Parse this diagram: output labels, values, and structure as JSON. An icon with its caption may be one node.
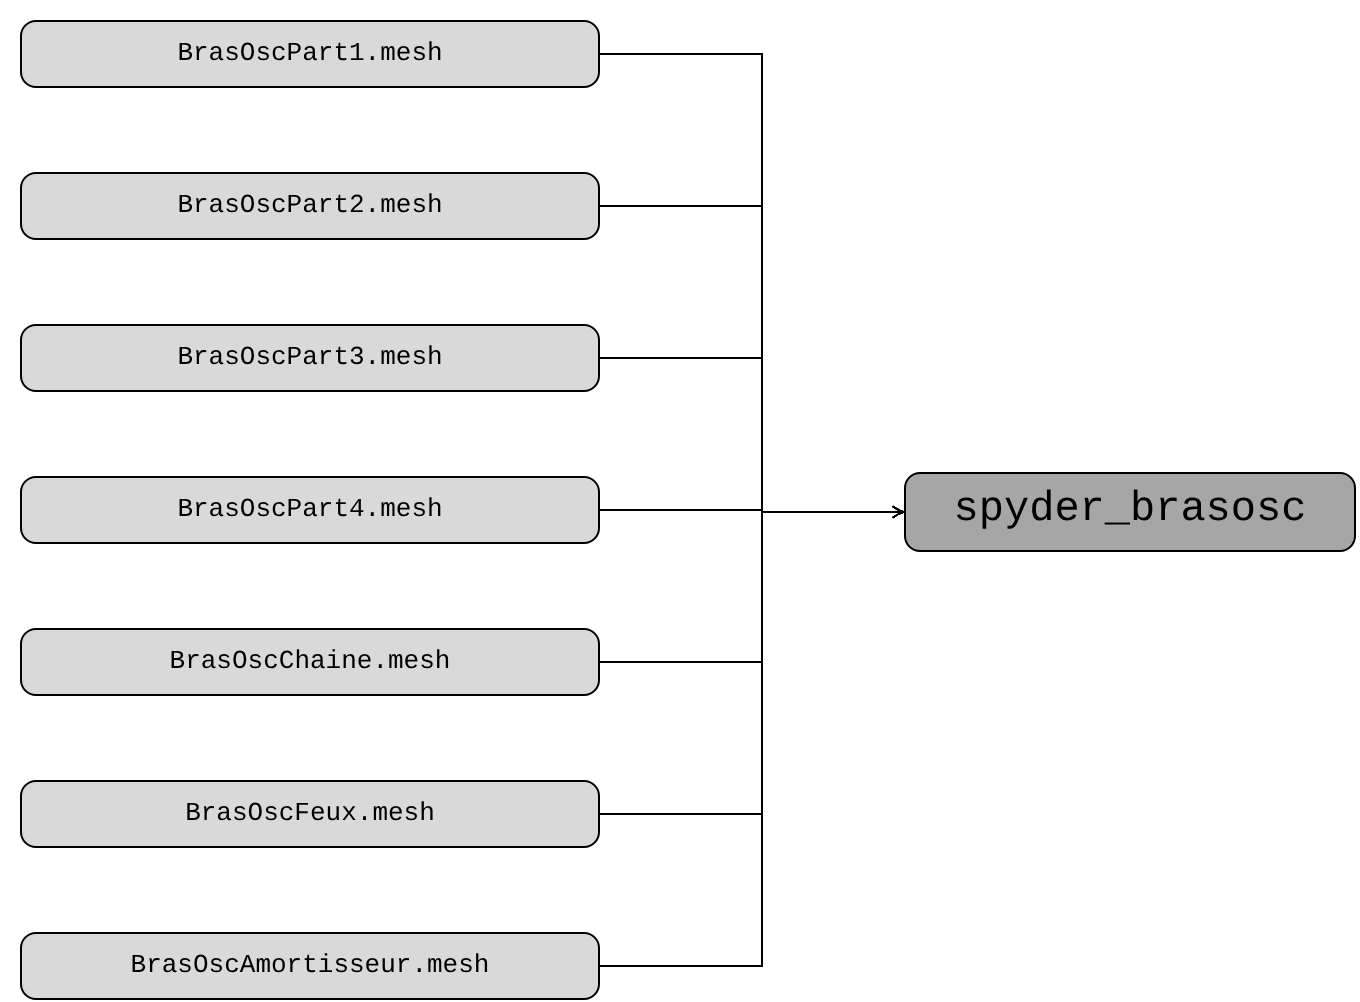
{
  "diagram": {
    "nodes": [
      {
        "text": [
          "BrasOscPart1.mesh"
        ]
      },
      {
        "text": [
          "BrasOscPart2.mesh"
        ]
      },
      {
        "text": [
          "BrasOscPart3.mesh"
        ]
      },
      {
        "text": [
          "BrasOscPart4.mesh"
        ]
      },
      {
        "text": [
          "BrasOscChaine.mesh"
        ]
      },
      {
        "text": [
          "BrasOscFeux.mesh"
        ]
      },
      {
        "text": [
          "BrasOscAmortisseur.mesh"
        ]
      },
      {
        "text": [
          "spyder_brasosc"
        ]
      }
    ],
    "edges": [
      {
        "from": 0,
        "to": 7,
        "arrow": "to"
      },
      {
        "from": 1,
        "to": 7,
        "arrow": "to"
      },
      {
        "from": 2,
        "to": 7,
        "arrow": "to"
      },
      {
        "from": 3,
        "to": 7,
        "arrow": "to"
      },
      {
        "from": 4,
        "to": 7,
        "arrow": "to"
      },
      {
        "from": 5,
        "to": 7,
        "arrow": "to"
      },
      {
        "from": 6,
        "to": 7,
        "arrow": "to"
      }
    ]
  }
}
